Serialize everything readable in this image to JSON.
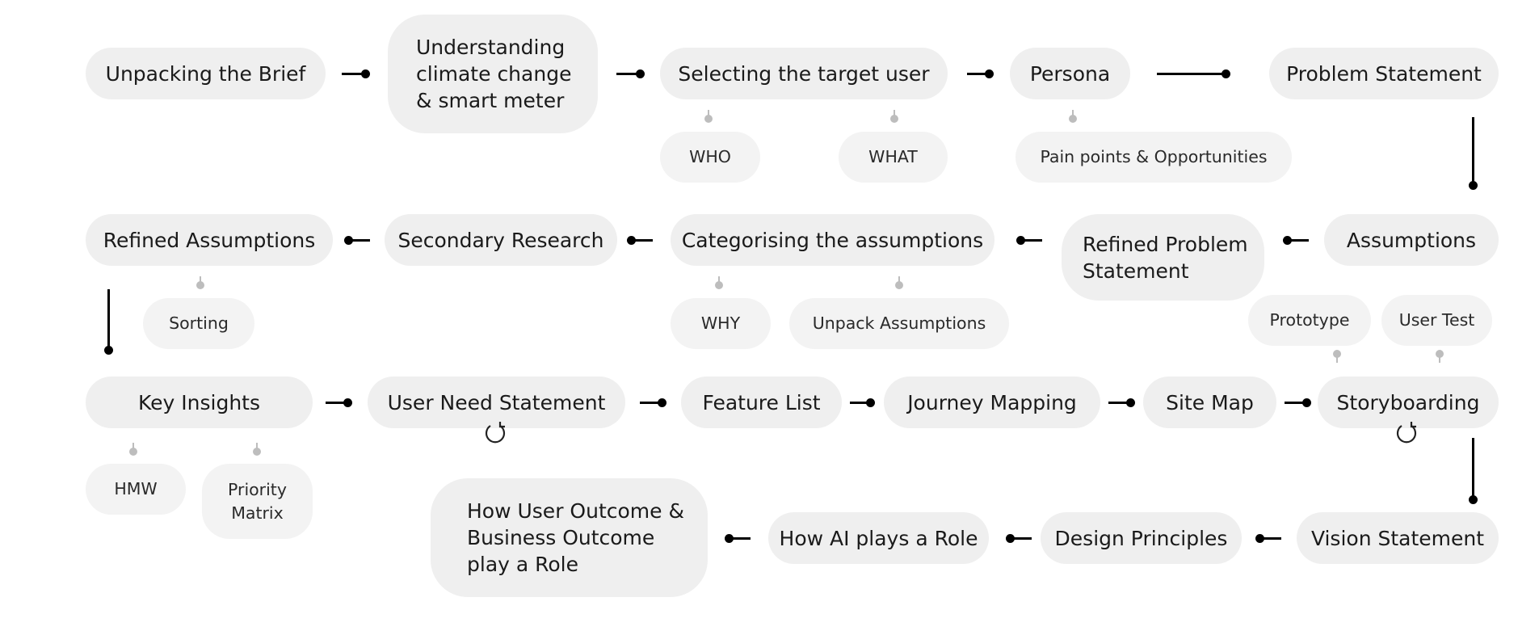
{
  "nodes": {
    "unpacking_brief": "Unpacking the Brief",
    "understanding_climate": "Understanding climate change & smart meter",
    "selecting_target_user": "Selecting the target user",
    "persona": "Persona",
    "problem_statement": "Problem Statement",
    "assumptions": "Assumptions",
    "refined_problem_statement": "Refined Problem Statement",
    "categorising_assumptions": "Categorising the assumptions",
    "secondary_research": "Secondary Research",
    "refined_assumptions": "Refined Assumptions",
    "key_insights": "Key Insights",
    "user_need_statement": "User Need Statement",
    "feature_list": "Feature List",
    "journey_mapping": "Journey Mapping",
    "site_map": "Site Map",
    "storyboarding": "Storyboarding",
    "vision_statement": "Vision Statement",
    "design_principles": "Design Principles",
    "how_ai_plays_role": "How AI plays a Role",
    "user_business_outcome": "How User Outcome & Business Outcome play a Role"
  },
  "sub_nodes": {
    "who": "WHO",
    "what": "WHAT",
    "pain_points": "Pain points & Opportunities",
    "why": "WHY",
    "unpack_assumptions": "Unpack Assumptions",
    "sorting": "Sorting",
    "prototype": "Prototype",
    "user_test": "User Test",
    "hmw": "HMW",
    "priority_matrix": "Priority Matrix"
  },
  "icons": {
    "iteration": "cycle-arrow-icon"
  },
  "colors": {
    "node_fill": "#efefef",
    "connector": "#000000",
    "pin": "#bdbdbd"
  }
}
